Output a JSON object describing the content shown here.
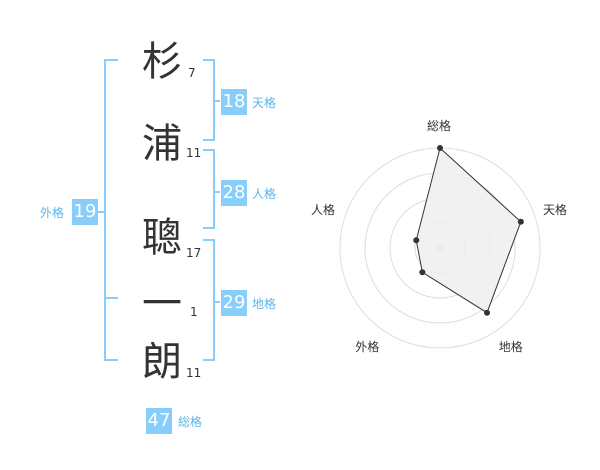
{
  "name": {
    "chars": [
      {
        "char": "杉",
        "strokes": "7"
      },
      {
        "char": "浦",
        "strokes": "11"
      },
      {
        "char": "聰",
        "strokes": "17"
      },
      {
        "char": "一",
        "strokes": "1"
      },
      {
        "char": "朗",
        "strokes": "11"
      }
    ]
  },
  "kaku": {
    "ten": {
      "value": "18",
      "label": "天格"
    },
    "jin": {
      "value": "28",
      "label": "人格"
    },
    "chi": {
      "value": "29",
      "label": "地格"
    },
    "gai": {
      "value": "19",
      "label": "外格"
    },
    "sou": {
      "value": "47",
      "label": "総格"
    }
  },
  "colors": {
    "badge": "#87cefa",
    "label": "#5fb4e8",
    "bracket": "#87cefa",
    "text": "#333333",
    "radar_fill": "#eeeeee",
    "radar_line": "#333333",
    "ring": "#dddddd"
  },
  "chart_data": {
    "type": "radar",
    "axes": [
      "総格",
      "天格",
      "地格",
      "外格",
      "人格"
    ],
    "values": [
      1.0,
      0.85,
      0.8,
      0.3,
      0.25
    ],
    "rings": 4
  }
}
